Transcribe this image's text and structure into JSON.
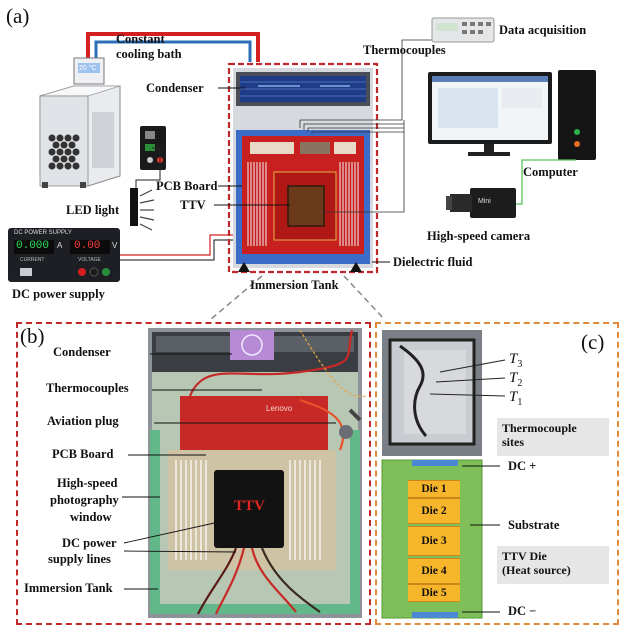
{
  "panels": {
    "a": "(a)",
    "b": "(b)",
    "c": "(c)"
  },
  "panel_a": {
    "bath_label_1": "Constant",
    "bath_label_2": "cooling bath",
    "bath_display": "20 °C",
    "data_acquisition": "Data acquisition",
    "thermocouples": "Thermocouples",
    "condenser": "Condenser",
    "pcb_board": "PCB Board",
    "led_light": "LED light",
    "ttv": "TTV",
    "computer": "Computer",
    "high_speed_camera": "High-speed camera",
    "camera_brand": "Mini",
    "dielectric_fluid": "Dielectric fluid",
    "immersion_tank": "Immersion Tank",
    "dc_power_supply": "DC power supply",
    "psu_title": "DC POWER SUPPLY",
    "psu_current": "0.000",
    "psu_voltage": "0.00",
    "psu_unit_a": "A",
    "psu_unit_v": "V",
    "psu_label_current": "CURRENT",
    "psu_label_voltage": "VOLTAGE"
  },
  "panel_b": {
    "condenser": "Condenser",
    "thermocouples": "Thermocouples",
    "aviation_plug": "Aviation plug",
    "pcb_board": "PCB Board",
    "hs_window_1": "High-speed",
    "hs_window_2": "photography",
    "hs_window_3": "window",
    "dc_lines_1": "DC power",
    "dc_lines_2": "supply lines",
    "immersion_tank": "Immersion Tank",
    "ttv": "TTV",
    "lenovo": "Lenovo"
  },
  "panel_c": {
    "t3": "T",
    "t3_sub": "3",
    "t2": "T",
    "t2_sub": "2",
    "t1": "T",
    "t1_sub": "1",
    "thermocouple_sites_1": "Thermocouple",
    "thermocouple_sites_2": "sites",
    "dc_plus": "DC +",
    "substrate": "Substrate",
    "ttv_die_1": "TTV Die",
    "ttv_die_2": "(Heat source)",
    "dc_minus": "DC −",
    "dies": [
      "Die 1",
      "Die 2",
      "Die 3",
      "Die 4",
      "Die 5"
    ]
  },
  "colors": {
    "red_line": "#d42020",
    "blue_line": "#2a6fb8",
    "tank_blue": "#3a6cc8",
    "pcb_red": "#c8201e",
    "dashed_red": "#c0282a",
    "dashed_orange": "#e08a3a",
    "substrate_green": "#7fbf5a",
    "die_orange": "#f6b52a"
  }
}
